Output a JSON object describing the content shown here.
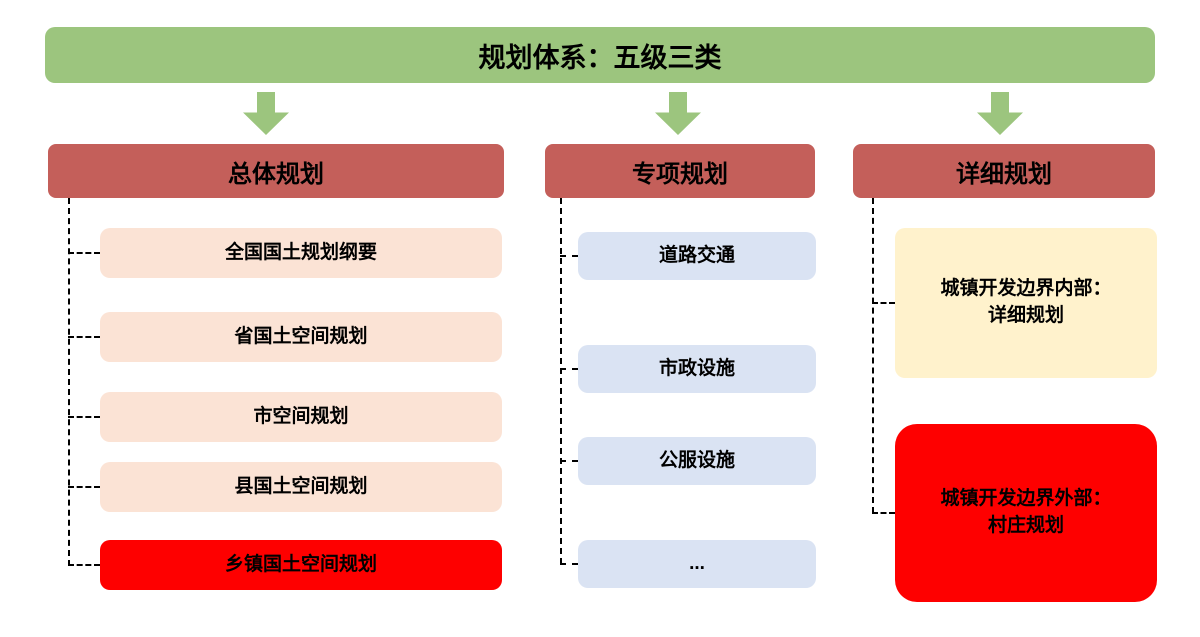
{
  "title": {
    "label": "规划体系：五级三类"
  },
  "columns": [
    {
      "header": "总体规划",
      "items": [
        {
          "label": "全国国土规划纲要",
          "style": "peach"
        },
        {
          "label": "省国土空间规划",
          "style": "peach"
        },
        {
          "label": "市空间规划",
          "style": "peach"
        },
        {
          "label": "县国土空间规划",
          "style": "peach"
        },
        {
          "label": "乡镇国土空间规划",
          "style": "red"
        }
      ]
    },
    {
      "header": "专项规划",
      "items": [
        {
          "label": "道路交通",
          "style": "blue"
        },
        {
          "label": "市政设施",
          "style": "blue"
        },
        {
          "label": "公服设施",
          "style": "blue"
        },
        {
          "label": "...",
          "style": "blue"
        }
      ]
    },
    {
      "header": "详细规划",
      "items": [
        {
          "label": "城镇开发边界内部：\n详细规划",
          "style": "yellow"
        },
        {
          "label": "城镇开发边界外部：\n村庄规划",
          "style": "red"
        }
      ]
    }
  ],
  "icons": {
    "arrow": "down-arrow"
  },
  "colors": {
    "banner_green": "#9cc57e",
    "header_red": "#c45f5a",
    "item_peach": "#fbe3d5",
    "item_blue": "#dae3f3",
    "item_yellow": "#fff2cc",
    "item_red": "#fe0000",
    "connector": "#000000"
  }
}
